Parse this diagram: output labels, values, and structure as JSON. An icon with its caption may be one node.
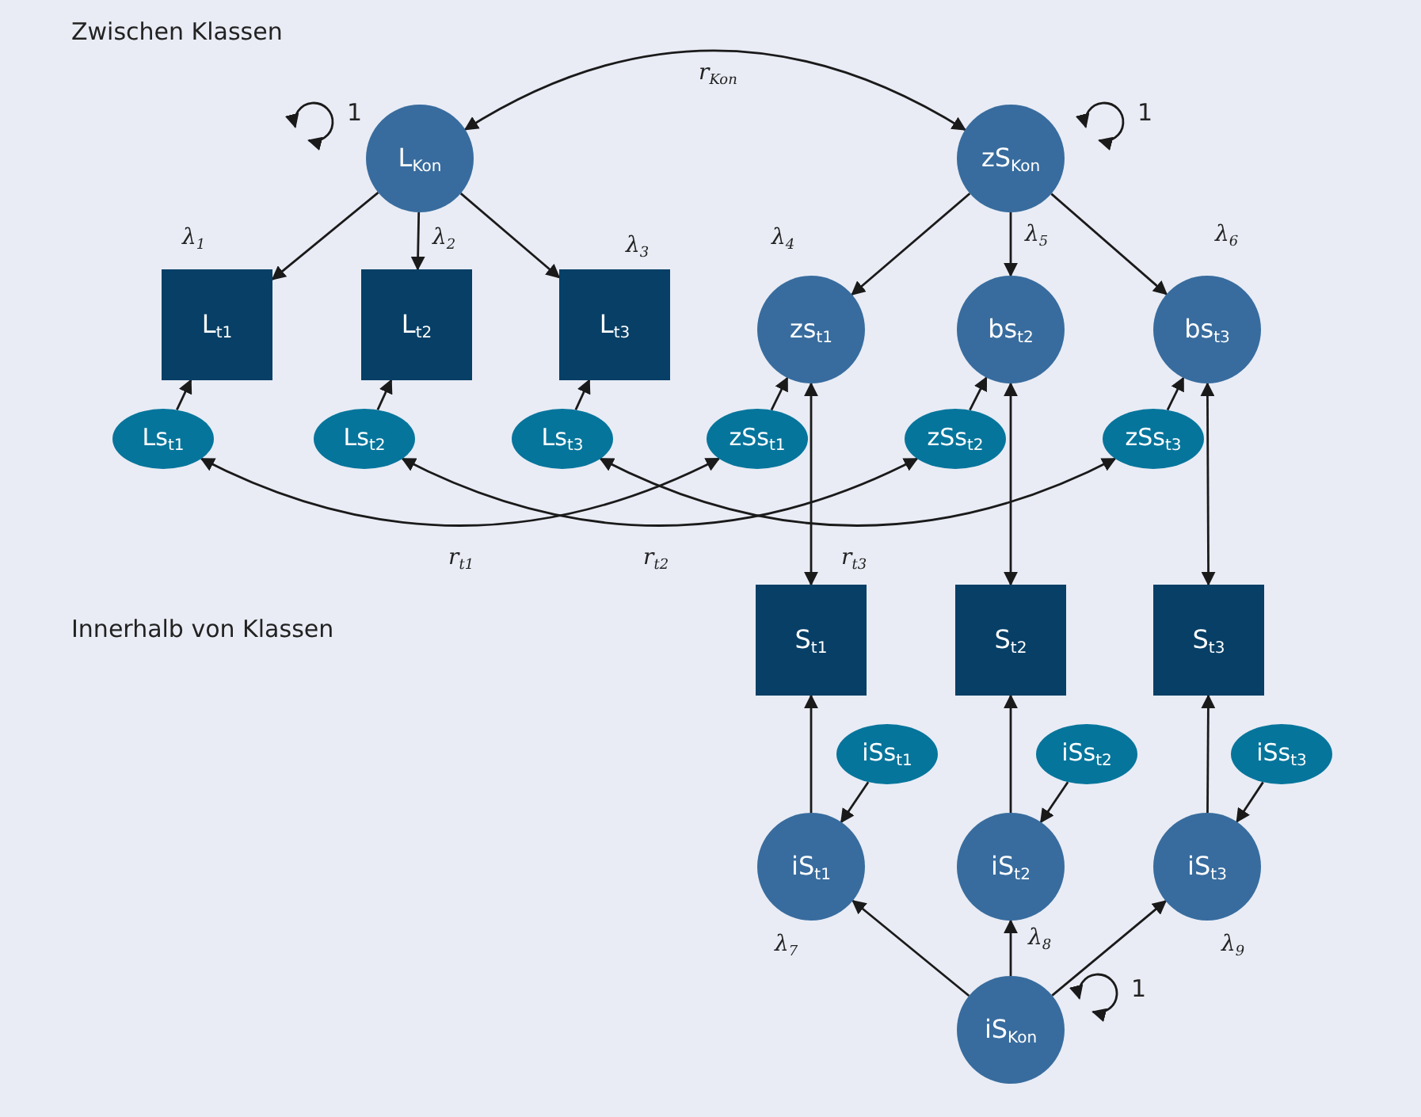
{
  "diagram": {
    "nodes": [
      {
        "text": [
          "L$_{Kon}$"
        ]
      },
      {
        "text": [
          "zS$_{Kon}$"
        ]
      },
      {
        "text": [
          "L$_{t1}$"
        ]
      },
      {
        "text": [
          "L$_{t2}$"
        ]
      },
      {
        "text": [
          "L$_{t3}$"
        ]
      },
      {
        "text": [
          "zs$_{t1}$"
        ]
      },
      {
        "text": [
          "bs$_{t2}$"
        ]
      },
      {
        "text": [
          "bs$_{t3}$"
        ]
      },
      {
        "text": [
          "Ls$_{t1}$"
        ]
      },
      {
        "text": [
          "Ls$_{t2}$"
        ]
      },
      {
        "text": [
          "Ls$_{t3}$"
        ]
      },
      {
        "text": [
          "zSs$_{t1}$"
        ]
      },
      {
        "text": [
          "zSs$_{t2}$"
        ]
      },
      {
        "text": [
          "zSs$_{t3}$"
        ]
      },
      {
        "text": [
          "S$_{t1}$"
        ]
      },
      {
        "text": [
          "S$_{t2}$"
        ]
      },
      {
        "text": [
          "S$_{t3}$"
        ]
      },
      {
        "text": [
          "iSs$_{t1}$"
        ]
      },
      {
        "text": [
          "iSs$_{t2}$"
        ]
      },
      {
        "text": [
          "iSs$_{t3}$"
        ]
      },
      {
        "text": [
          "iS$_{t1}$"
        ]
      },
      {
        "text": [
          "iS$_{t2}$"
        ]
      },
      {
        "text": [
          "iS$_{t3}$"
        ]
      },
      {
        "text": [
          "iS$_{Kon}$"
        ]
      }
    ],
    "edges": [
      {
        "from": 0,
        "to": 1,
        "arrow": "both",
        "label": "r$_{Kon}$"
      },
      {
        "from": 0,
        "to": 0,
        "arrow": "both",
        "label": "1"
      },
      {
        "from": 1,
        "to": 1,
        "arrow": "both",
        "label": "1"
      },
      {
        "from": 0,
        "to": 2,
        "arrow": "to",
        "label": "λ$_{1}$"
      },
      {
        "from": 0,
        "to": 3,
        "arrow": "to",
        "label": "λ$_{2}$"
      },
      {
        "from": 0,
        "to": 4,
        "arrow": "to",
        "label": "λ$_{3}$"
      },
      {
        "from": 1,
        "to": 5,
        "arrow": "to",
        "label": "λ$_{4}$"
      },
      {
        "from": 1,
        "to": 6,
        "arrow": "to",
        "label": "λ$_{5}$"
      },
      {
        "from": 1,
        "to": 7,
        "arrow": "to",
        "label": "λ$_{6}$"
      },
      {
        "from": 8,
        "to": 2,
        "arrow": "to"
      },
      {
        "from": 9,
        "to": 3,
        "arrow": "to"
      },
      {
        "from": 10,
        "to": 4,
        "arrow": "to"
      },
      {
        "from": 11,
        "to": 5,
        "arrow": "to"
      },
      {
        "from": 12,
        "to": 6,
        "arrow": "to"
      },
      {
        "from": 13,
        "to": 7,
        "arrow": "to"
      },
      {
        "from": 8,
        "to": 11,
        "arrow": "both",
        "label": "r$_{t1}$"
      },
      {
        "from": 9,
        "to": 12,
        "arrow": "both",
        "label": "r$_{t2}$"
      },
      {
        "from": 10,
        "to": 13,
        "arrow": "both",
        "label": "r$_{t3}$"
      },
      {
        "from": 5,
        "to": 14,
        "arrow": "both"
      },
      {
        "from": 6,
        "to": 15,
        "arrow": "both"
      },
      {
        "from": 7,
        "to": 16,
        "arrow": "both"
      },
      {
        "from": 20,
        "to": 14,
        "arrow": "to"
      },
      {
        "from": 21,
        "to": 15,
        "arrow": "to"
      },
      {
        "from": 22,
        "to": 16,
        "arrow": "to"
      },
      {
        "from": 17,
        "to": 20,
        "arrow": "to"
      },
      {
        "from": 18,
        "to": 21,
        "arrow": "to"
      },
      {
        "from": 19,
        "to": 22,
        "arrow": "to"
      },
      {
        "from": 23,
        "to": 20,
        "arrow": "to",
        "label": "λ$_{7}$"
      },
      {
        "from": 23,
        "to": 21,
        "arrow": "to",
        "label": "λ$_{8}$"
      },
      {
        "from": 23,
        "to": 22,
        "arrow": "to",
        "label": "λ$_{9}$"
      },
      {
        "from": 23,
        "to": 23,
        "arrow": "both",
        "label": "1"
      }
    ],
    "labels": [
      "Zwischen Klassen",
      "Innerhalb von Klassen"
    ]
  }
}
